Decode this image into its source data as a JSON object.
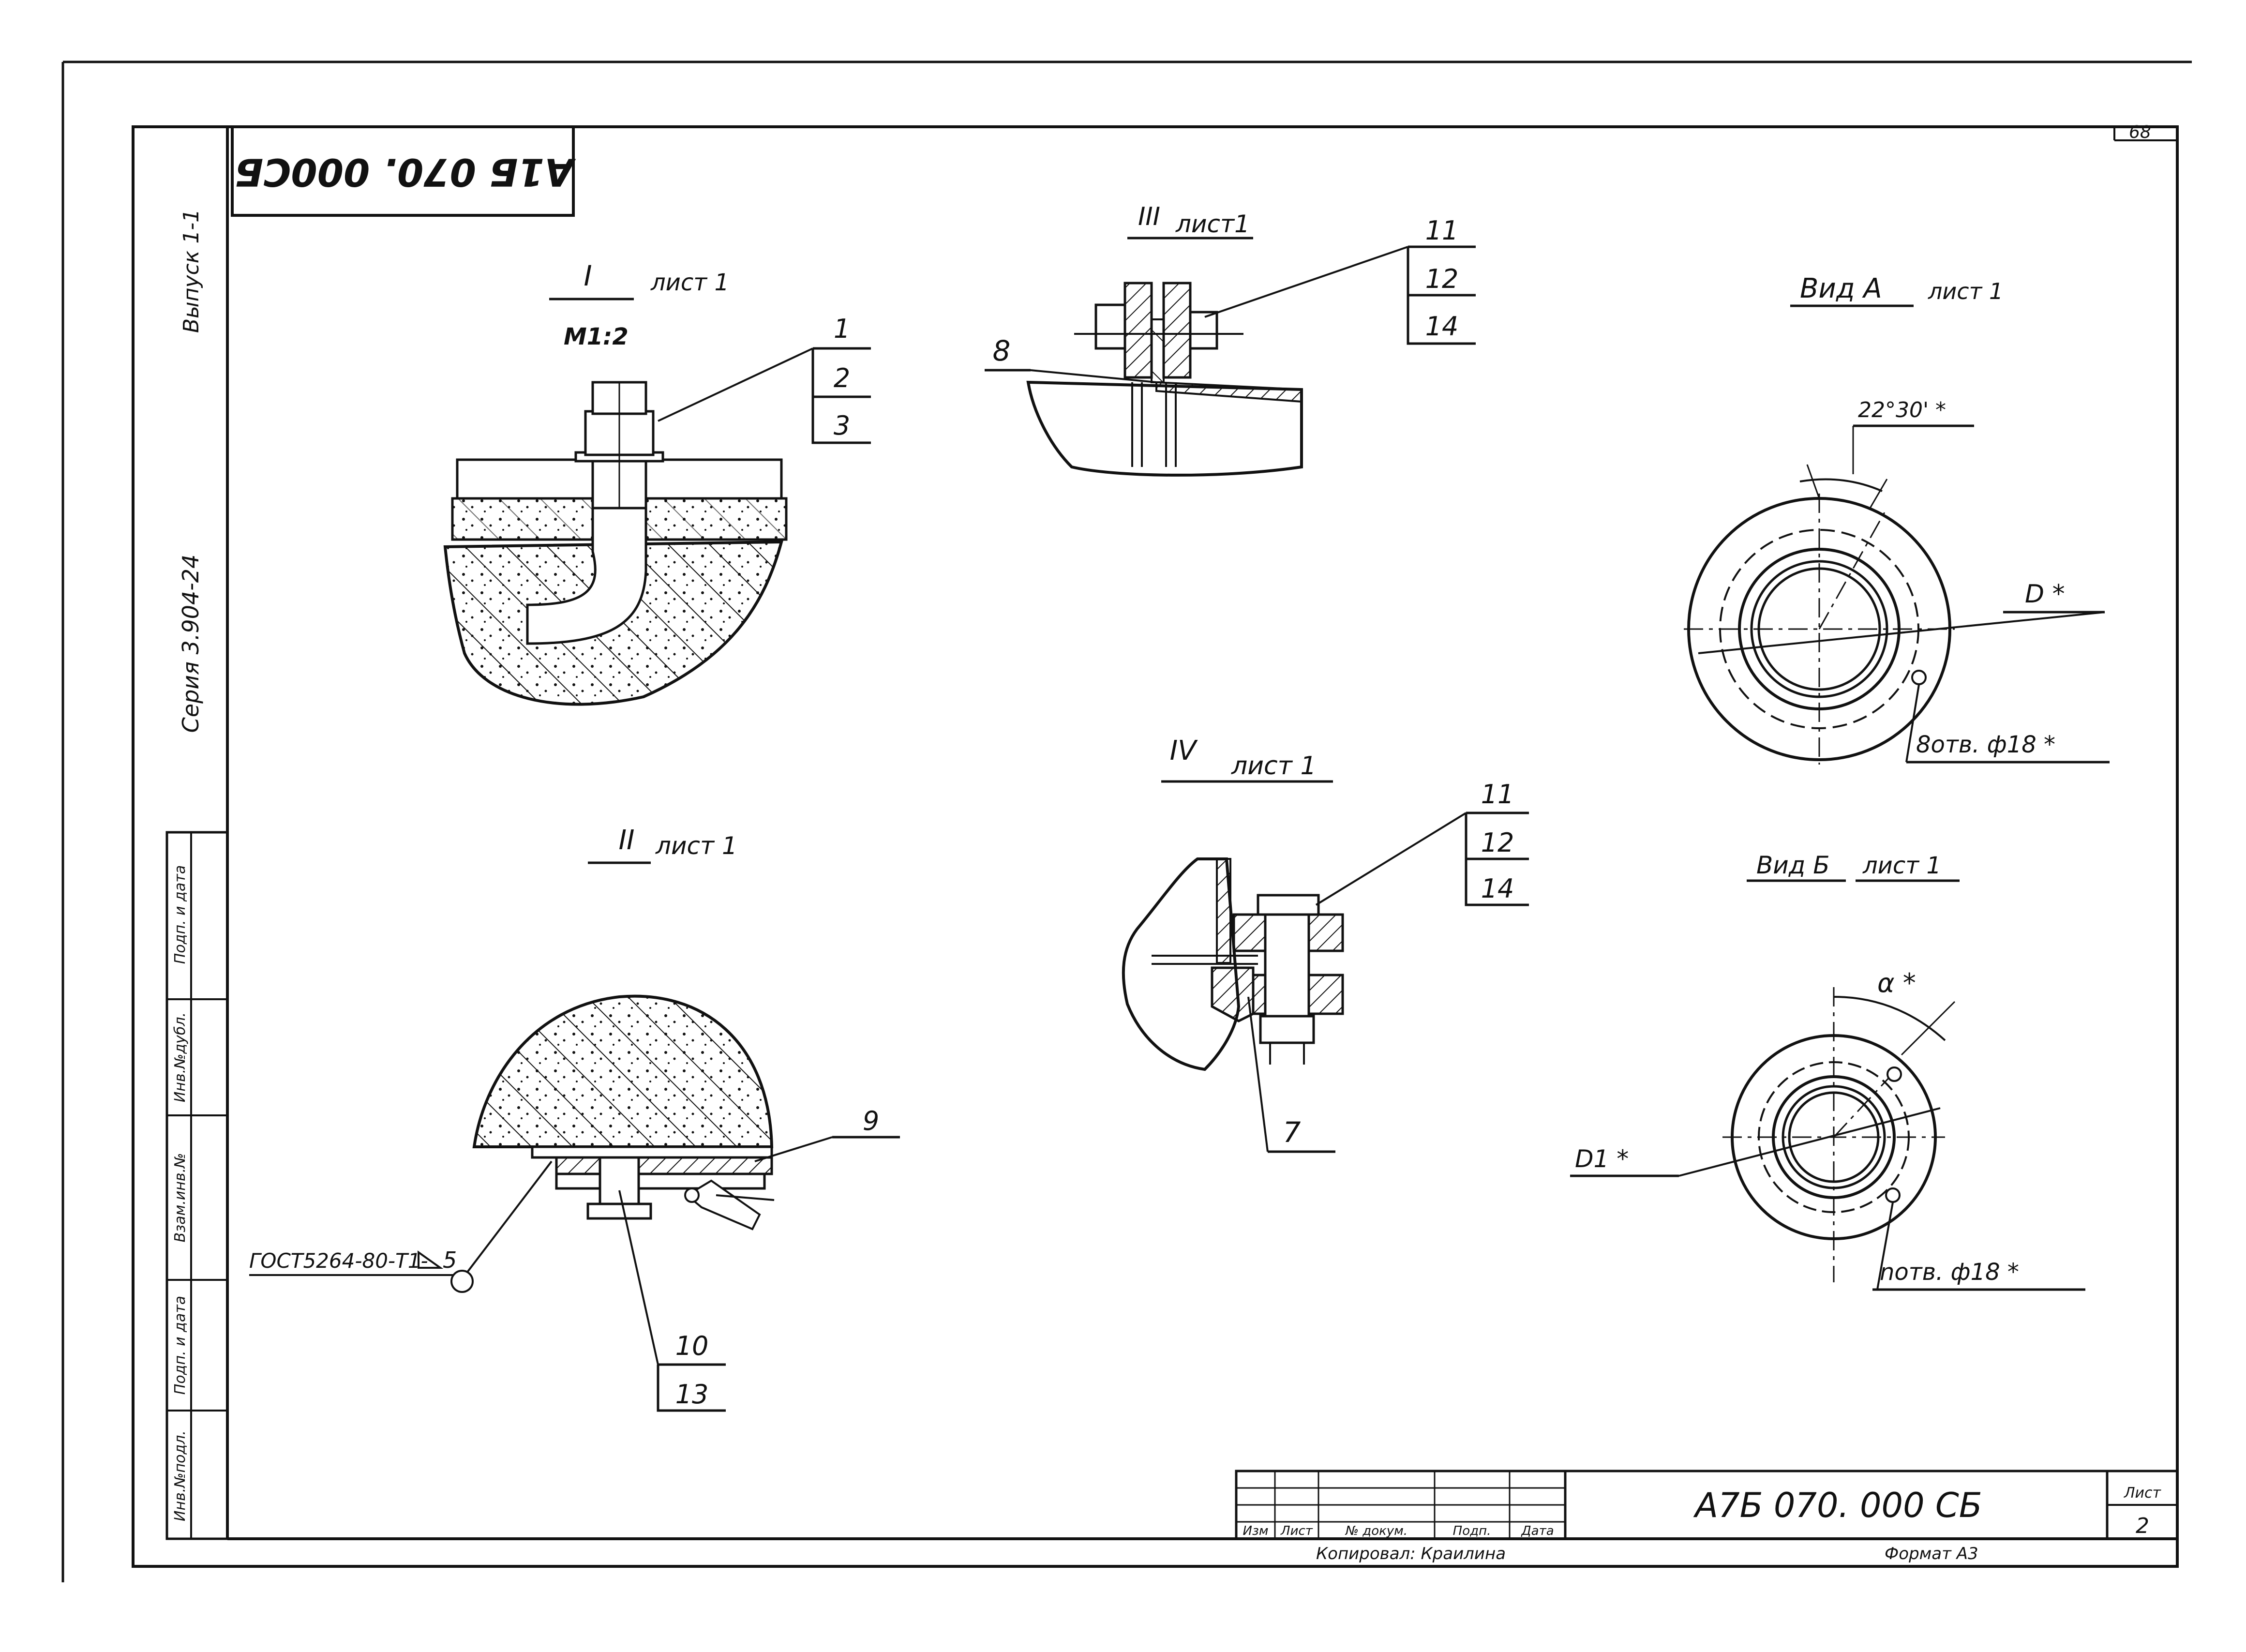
{
  "page_number": "68",
  "stamp_top": "А1Б 070. 000СБ",
  "left_margin": {
    "vypusk": "Выпуск 1-1",
    "seria": "Серия 3.904-24"
  },
  "left_stamp_labels": [
    "Инв.№подл.",
    "Подп. и дата",
    "Взам.инв.№",
    "Инв.№дубл.",
    "Подп. и дата"
  ],
  "views": {
    "view1": {
      "numeral": "I",
      "label": "лист 1",
      "scale": "М1:2",
      "callouts": [
        "1",
        "2",
        "3"
      ]
    },
    "view2": {
      "numeral": "II",
      "label": "лист 1",
      "callouts": [
        "9",
        "10",
        "13"
      ],
      "gost": "ГОСТ5264-80-Т1-",
      "weld_leg": "5"
    },
    "view3": {
      "numeral": "III",
      "label": "лист1",
      "callouts": [
        "8",
        "11",
        "12",
        "14"
      ]
    },
    "view4": {
      "numeral": "IV",
      "label": "лист 1",
      "callouts": [
        "7",
        "11",
        "12",
        "14"
      ]
    },
    "viewA": {
      "title": "Вид А",
      "label": "лист 1",
      "angle": "22°30' *",
      "diameter": "D *",
      "holes": "8отв. ф18 *"
    },
    "viewB": {
      "title": "Вид Б",
      "label": "лист 1",
      "angle": "α *",
      "diameter": "D1 *",
      "holes": "nотв. ф18 *"
    }
  },
  "title_block": {
    "headers": [
      "Изм",
      "Лист",
      "№ докум.",
      "Подп.",
      "Дата"
    ],
    "designation": "А7Б 070. 000  СБ",
    "sheet_label": "Лист",
    "sheet_number": "2",
    "copied_by": "Копировал: Краилина",
    "format": "Формат    А3"
  }
}
